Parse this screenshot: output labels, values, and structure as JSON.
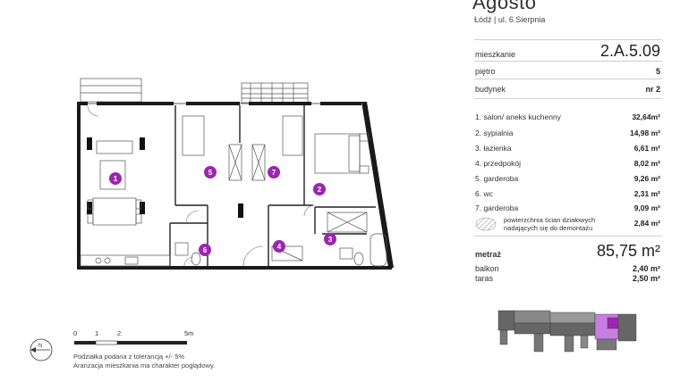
{
  "header": {
    "title": "Agosto",
    "address": "Łódź | ul. 6 Sierpnia"
  },
  "info": [
    {
      "label": "mieszkanie",
      "value": "2.A.5.09"
    },
    {
      "label": "piętro",
      "value": "5"
    },
    {
      "label": "budynek",
      "value": "nr 2"
    }
  ],
  "rooms": [
    {
      "label": "1. salon/ aneks kuchenny",
      "value": "32,64m²"
    },
    {
      "label": "2. sypialnia",
      "value": "14,98 m²"
    },
    {
      "label": "3. łazienka",
      "value": "6,61 m²"
    },
    {
      "label": "4. przedpokój",
      "value": "8,02 m²"
    },
    {
      "label": "5. garderoba",
      "value": "9,26 m²"
    },
    {
      "label": "6. wc",
      "value": "2,31 m²"
    },
    {
      "label": "7. garderoba",
      "value": "9,09 m²"
    }
  ],
  "walls_note": {
    "label": "powierzchnia ścian działowych nadających się do demontażu",
    "value": "2,84 m²"
  },
  "total": {
    "label": "metraż",
    "value": "85,75 m²"
  },
  "extras": [
    {
      "label": "balkon",
      "value": "2,40 m²"
    },
    {
      "label": "taras",
      "value": "2,50 m²"
    }
  ],
  "scale": {
    "ticks": [
      "0",
      "1",
      "2",
      "5m"
    ]
  },
  "footnotes": [
    "Podziałka podana z tolerancją +/- 5%",
    "Aranżacja mieszkania ma charakter poglądowy."
  ],
  "plan_markers": [
    "1",
    "2",
    "3",
    "4",
    "5",
    "6",
    "7"
  ],
  "colors": {
    "accent": "#9b27b0",
    "wall": "#1a1a1a",
    "highlight": "#c77ee0"
  }
}
